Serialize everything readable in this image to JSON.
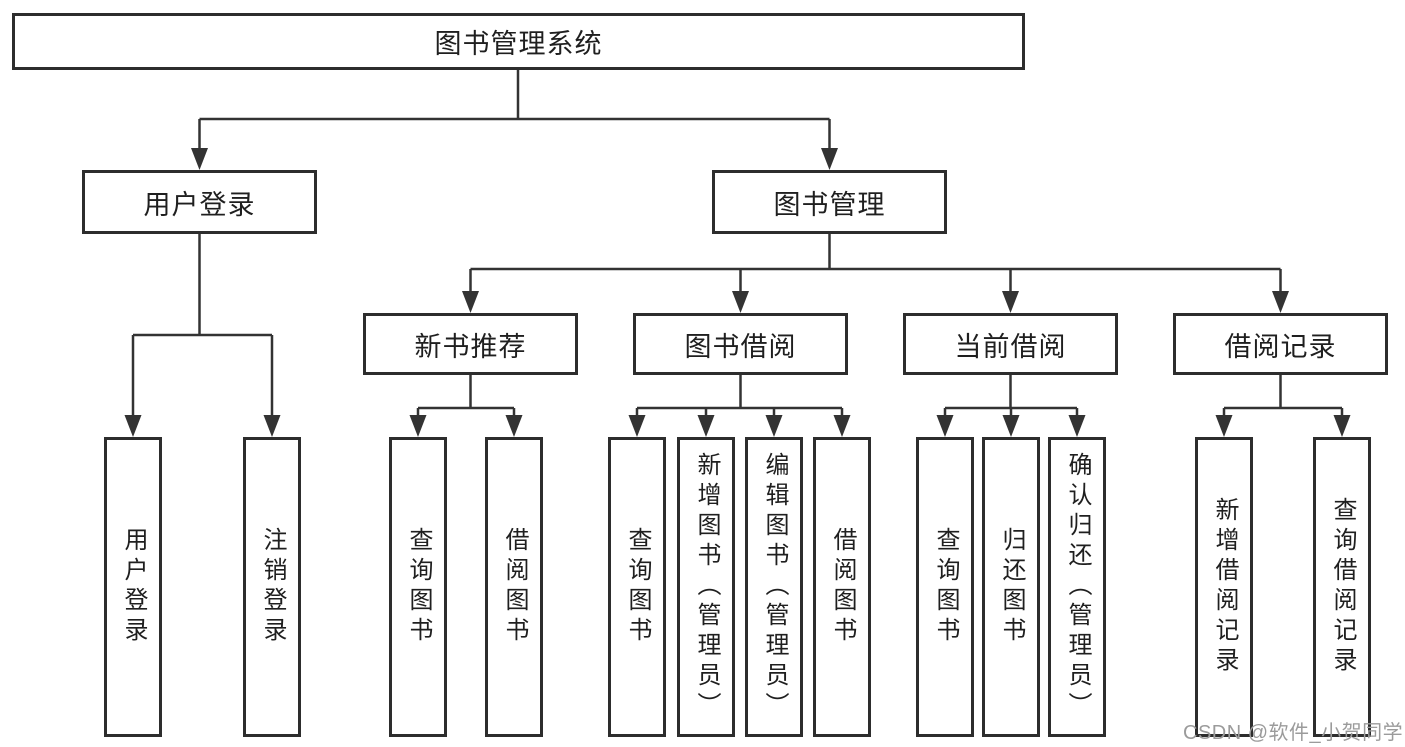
{
  "diagram": {
    "root": {
      "label": "图书管理系统"
    },
    "level2": {
      "user_login": {
        "label": "用户登录"
      },
      "book_management": {
        "label": "图书管理"
      }
    },
    "level3": {
      "new_book": {
        "label": "新书推荐"
      },
      "borrow": {
        "label": "图书借阅"
      },
      "current": {
        "label": "当前借阅"
      },
      "records": {
        "label": "借阅记录"
      }
    },
    "leaves": {
      "user_login": [
        {
          "label": "用户登录"
        },
        {
          "label": "注销登录"
        }
      ],
      "new_book": [
        {
          "label": "查询图书"
        },
        {
          "label": "借阅图书"
        }
      ],
      "borrow": [
        {
          "label": "查询图书"
        },
        {
          "label": "新增图书（管理员）"
        },
        {
          "label": "编辑图书（管理员）"
        },
        {
          "label": "借阅图书"
        }
      ],
      "current": [
        {
          "label": "查询图书"
        },
        {
          "label": "归还图书"
        },
        {
          "label": "确认归还（管理员）"
        }
      ],
      "records": [
        {
          "label": "新增借阅记录"
        },
        {
          "label": "查询借阅记录"
        }
      ]
    },
    "colors": {
      "line": "#333333",
      "border": "#2d2d2d",
      "text": "#1f1f1f",
      "background": "#ffffff",
      "watermark": "#9b9b9b"
    }
  },
  "watermark": {
    "text": "CSDN @软件_小贺同学"
  }
}
